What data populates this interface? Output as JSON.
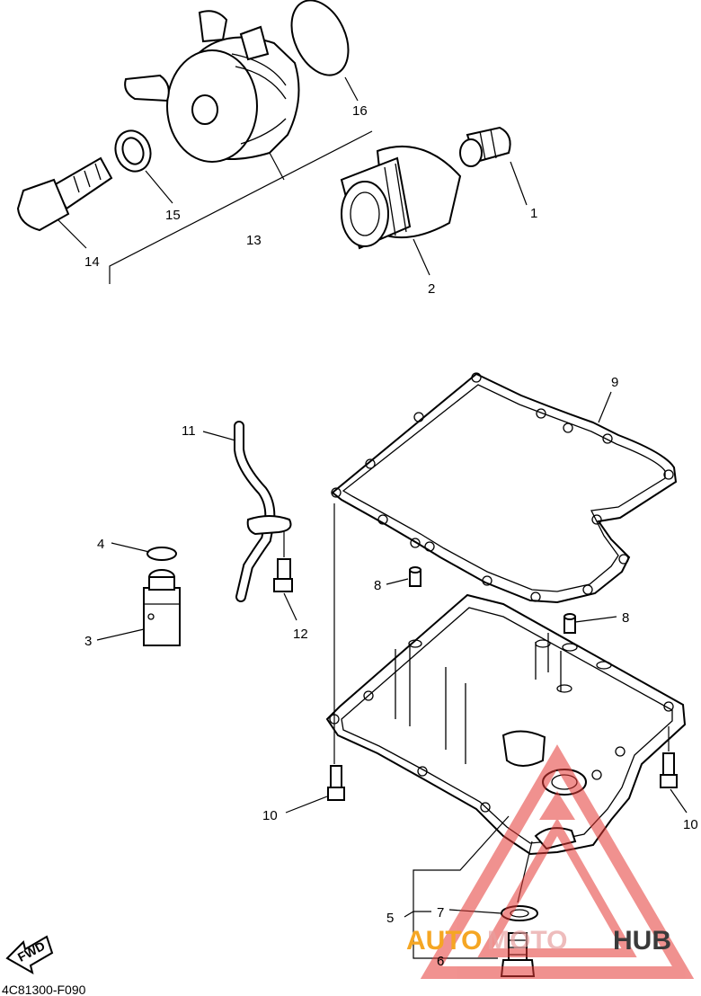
{
  "diagram_code": "4C81300-F090",
  "fwd_label": "FWD",
  "watermark": {
    "text_a": "AUTO",
    "text_b": "MOTO",
    "text_c": "HUB",
    "color_a": "#f5a623",
    "color_b": "#e8a0a0",
    "color_c": "#3a3a3a",
    "logo_color": "#e53935"
  },
  "callouts": [
    "1",
    "2",
    "3",
    "4",
    "5",
    "6",
    "7",
    "8",
    "8",
    "9",
    "10",
    "10",
    "11",
    "12",
    "13",
    "14",
    "15",
    "16"
  ]
}
